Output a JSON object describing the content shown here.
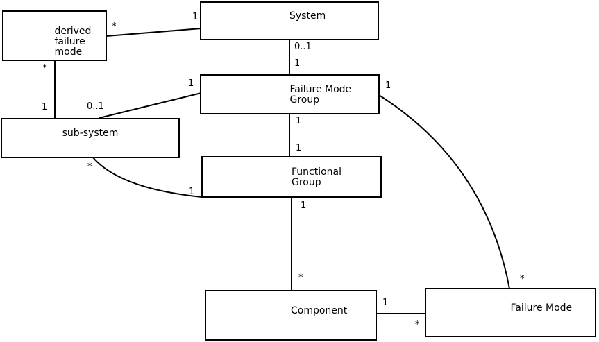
{
  "diagram": {
    "colors": {
      "background": "#ffffff",
      "stroke": "#000000",
      "text": "#000000"
    },
    "entities": {
      "derived_failure_mode": {
        "label": "derived\nfailure\nmode"
      },
      "system": {
        "label": "System"
      },
      "failure_mode_group": {
        "label": "Failure Mode\nGroup"
      },
      "sub_system": {
        "label": "sub-system"
      },
      "functional_group": {
        "label": "Functional\nGroup"
      },
      "component": {
        "label": "Component"
      },
      "failure_mode": {
        "label": "Failure Mode"
      }
    },
    "multiplicities": [
      {
        "connection": "derived_failure_mode-system",
        "end": "derived_failure_mode",
        "text": "*"
      },
      {
        "connection": "derived_failure_mode-system",
        "end": "system",
        "text": "1"
      },
      {
        "connection": "derived_failure_mode-sub_system",
        "end": "derived_failure_mode",
        "text": "*"
      },
      {
        "connection": "derived_failure_mode-sub_system",
        "end": "sub_system",
        "text": "1"
      },
      {
        "connection": "system-failure_mode_group",
        "end": "system",
        "text": "0..1"
      },
      {
        "connection": "system-failure_mode_group",
        "end": "failure_mode_group",
        "text": "1"
      },
      {
        "connection": "sub_system-failure_mode_group",
        "end": "sub_system",
        "text": "0..1"
      },
      {
        "connection": "sub_system-failure_mode_group",
        "end": "failure_mode_group",
        "text": "1"
      },
      {
        "connection": "failure_mode_group-functional_group",
        "end": "failure_mode_group",
        "text": "1"
      },
      {
        "connection": "failure_mode_group-functional_group",
        "end": "functional_group",
        "text": "1"
      },
      {
        "connection": "sub_system-functional_group",
        "end": "sub_system",
        "text": "*"
      },
      {
        "connection": "sub_system-functional_group",
        "end": "functional_group",
        "text": "1"
      },
      {
        "connection": "failure_mode_group-failure_mode",
        "end": "failure_mode_group",
        "text": "1"
      },
      {
        "connection": "failure_mode_group-failure_mode",
        "end": "failure_mode",
        "text": "*"
      },
      {
        "connection": "component-failure_mode",
        "end": "component",
        "text": "1"
      },
      {
        "connection": "component-failure_mode",
        "end": "failure_mode",
        "text": "*"
      },
      {
        "connection": "functional_group-component",
        "end": "functional_group",
        "text": "1"
      },
      {
        "connection": "functional_group-component",
        "end": "component",
        "text": "*"
      }
    ]
  }
}
